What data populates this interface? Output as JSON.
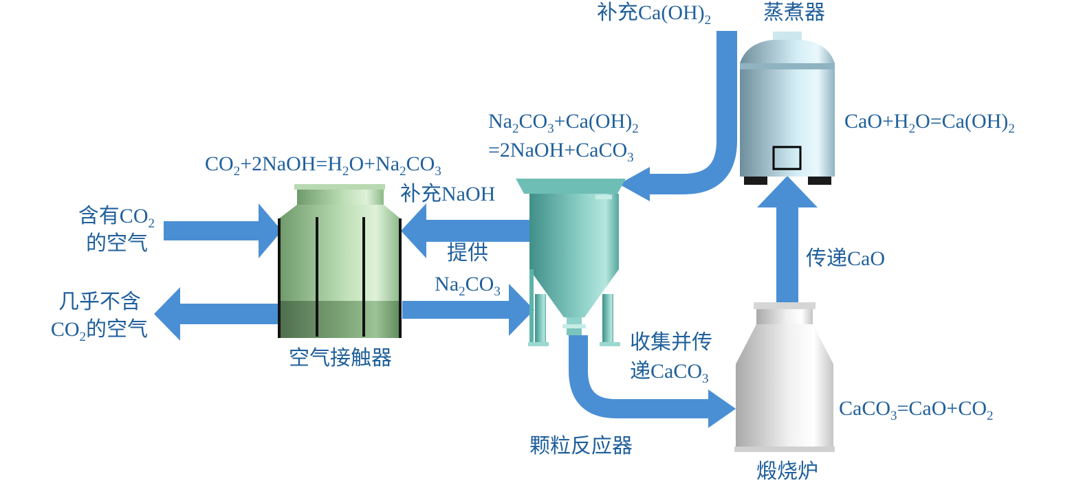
{
  "colors": {
    "arrow": "#4a8fd4",
    "label_text": "#1f5f9b",
    "contactor_green": "#9ec79a",
    "reactor_teal": "#5eb3ab",
    "slaker_blue": "#b9dde8",
    "calciner_grey": "#d9d9d9"
  },
  "equipment": {
    "air_contactor": "空气接触器",
    "pellet_reactor": "颗粒反应器",
    "slaker": "蒸煮器",
    "calciner": "煅烧炉"
  },
  "reactions": {
    "contactor": [
      "CO",
      "2",
      "+2NaOH=H",
      "2",
      "O+Na",
      "2",
      "CO",
      "3"
    ],
    "reactor_line1": [
      "Na",
      "2",
      "CO",
      "3",
      "+Ca(OH)",
      "2"
    ],
    "reactor_line2": [
      "=2NaOH+CaCO",
      "3"
    ],
    "slaker": [
      "CaO+H",
      "2",
      "O=Ca(OH)",
      "2"
    ],
    "calciner": [
      "CaCO",
      "3",
      "=CaO+CO",
      "2"
    ]
  },
  "flows": {
    "air_in_line1": [
      "含有CO",
      "2"
    ],
    "air_in_line2": "的空气",
    "air_out_line1": "几乎不含",
    "air_out_line2": [
      "CO",
      "2",
      "的空气"
    ],
    "supply_naoh": "补充NaOH",
    "provide_line1": "提供",
    "provide_line2": [
      "Na",
      "2",
      "CO",
      "3"
    ],
    "supply_caoh2": [
      "补充Ca(OH)",
      "2"
    ],
    "collect_line1": "收集并传",
    "collect_line2": [
      "递CaCO",
      "3"
    ],
    "transfer_cao": "传递CaO"
  }
}
